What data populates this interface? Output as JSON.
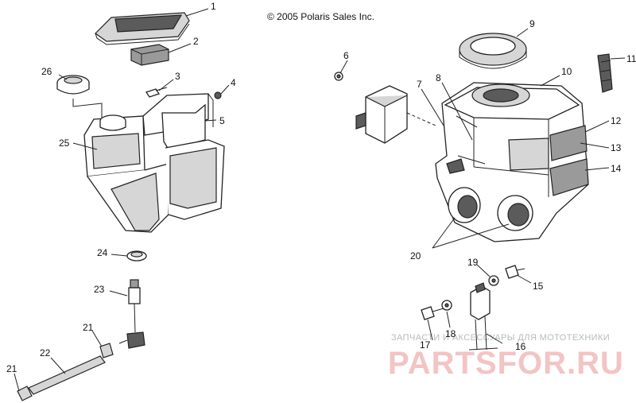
{
  "diagram": {
    "copyright": "© 2005 Polaris Sales Inc.",
    "callouts": [
      "1",
      "2",
      "3",
      "4",
      "5",
      "6",
      "7",
      "8",
      "9",
      "10",
      "11",
      "12",
      "13",
      "14",
      "15",
      "16",
      "17",
      "18",
      "19",
      "20",
      "21",
      "21",
      "22",
      "23",
      "24",
      "25",
      "26"
    ],
    "watermark": {
      "tagline": "ЗАПЧАСТИ И АКСЕССУАРЫ ДЛЯ МОТОТЕХНИКИ",
      "logo": "PARTSFOR.RU"
    }
  }
}
